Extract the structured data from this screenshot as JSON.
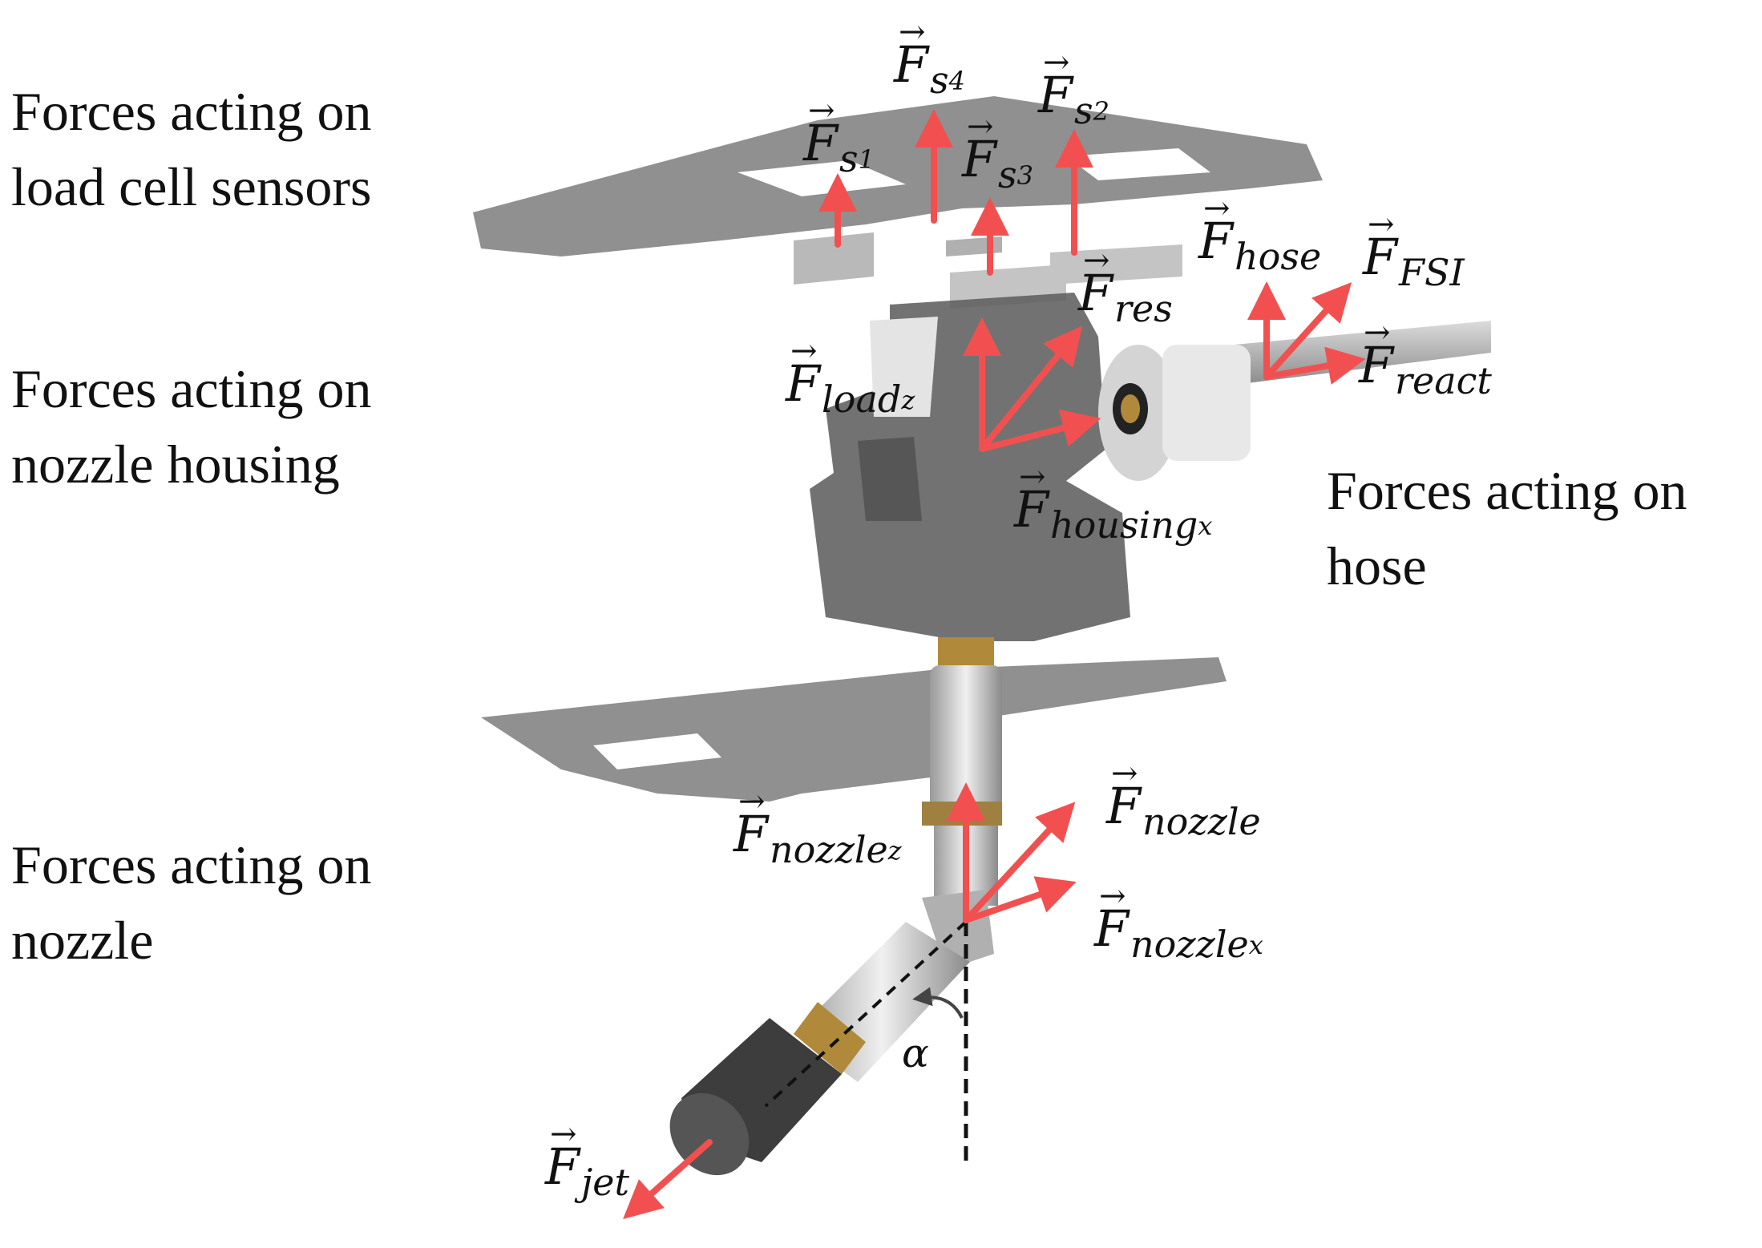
{
  "section_labels": {
    "load_cell": [
      "Forces acting on",
      "load cell sensors"
    ],
    "housing": [
      "Forces acting on",
      "nozzle housing"
    ],
    "hose": [
      "Forces acting on",
      "hose"
    ],
    "nozzle": [
      "Forces acting on",
      "nozzle"
    ]
  },
  "forces": {
    "s1": {
      "symbol": "F",
      "sub": "s",
      "subsub": "1"
    },
    "s2": {
      "symbol": "F",
      "sub": "s",
      "subsub": "2"
    },
    "s3": {
      "symbol": "F",
      "sub": "s",
      "subsub": "3"
    },
    "s4": {
      "symbol": "F",
      "sub": "s",
      "subsub": "4"
    },
    "hose": {
      "symbol": "F",
      "sub": "hose"
    },
    "fsi": {
      "symbol": "F",
      "sub": "FSI"
    },
    "react": {
      "symbol": "F",
      "sub": "react"
    },
    "res": {
      "symbol": "F",
      "sub": "res"
    },
    "load_z": {
      "symbol": "F",
      "sub": "load",
      "subsub": "z"
    },
    "housing_x": {
      "symbol": "F",
      "sub": "housing",
      "subsub": "x"
    },
    "nozzle": {
      "symbol": "F",
      "sub": "nozzle"
    },
    "nozzle_z": {
      "symbol": "F",
      "sub": "nozzle",
      "subsub": "z"
    },
    "nozzle_x": {
      "symbol": "F",
      "sub": "nozzle",
      "subsub": "x"
    },
    "jet": {
      "symbol": "F",
      "sub": "jet"
    }
  },
  "angle_label": "α",
  "colors": {
    "force_arrow": "#f25050",
    "plate": "#7a7a7a",
    "housing": "#5e5e5e",
    "metal": "#c8c8c8",
    "text": "#111111"
  }
}
